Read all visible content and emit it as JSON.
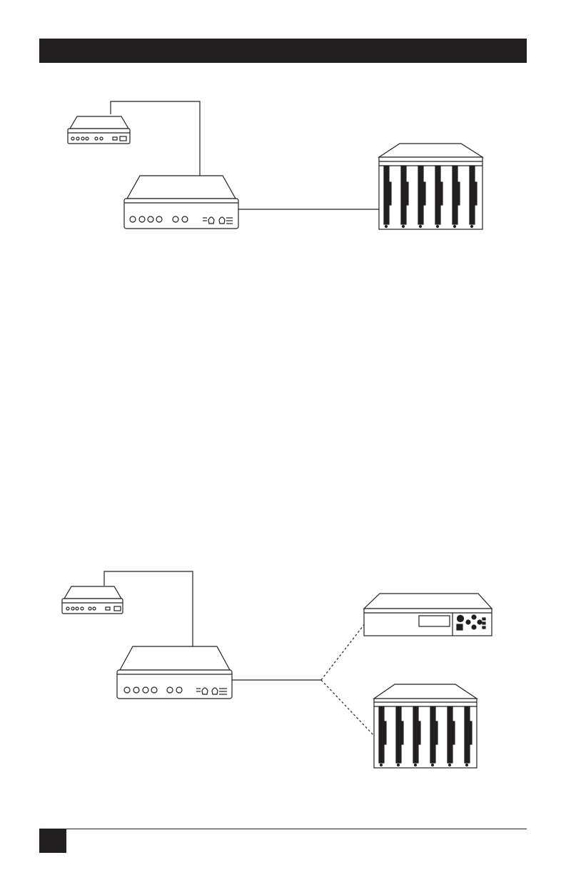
{
  "page": {
    "header_bar_color": "#231f20",
    "line_color": "#231f20"
  },
  "figures": [
    {
      "name": "top-figure",
      "devices": [
        "small-modem",
        "line-driver",
        "rack-chassis"
      ],
      "connection": "solid"
    },
    {
      "name": "bottom-figure",
      "devices": [
        "small-modem",
        "line-driver",
        "rackmount-unit",
        "rack-chassis"
      ],
      "connection": "solid-then-dashed-split"
    }
  ],
  "icons": [
    "modem-icon",
    "line-driver-icon",
    "rack-chassis-icon",
    "rackmount-unit-icon"
  ]
}
